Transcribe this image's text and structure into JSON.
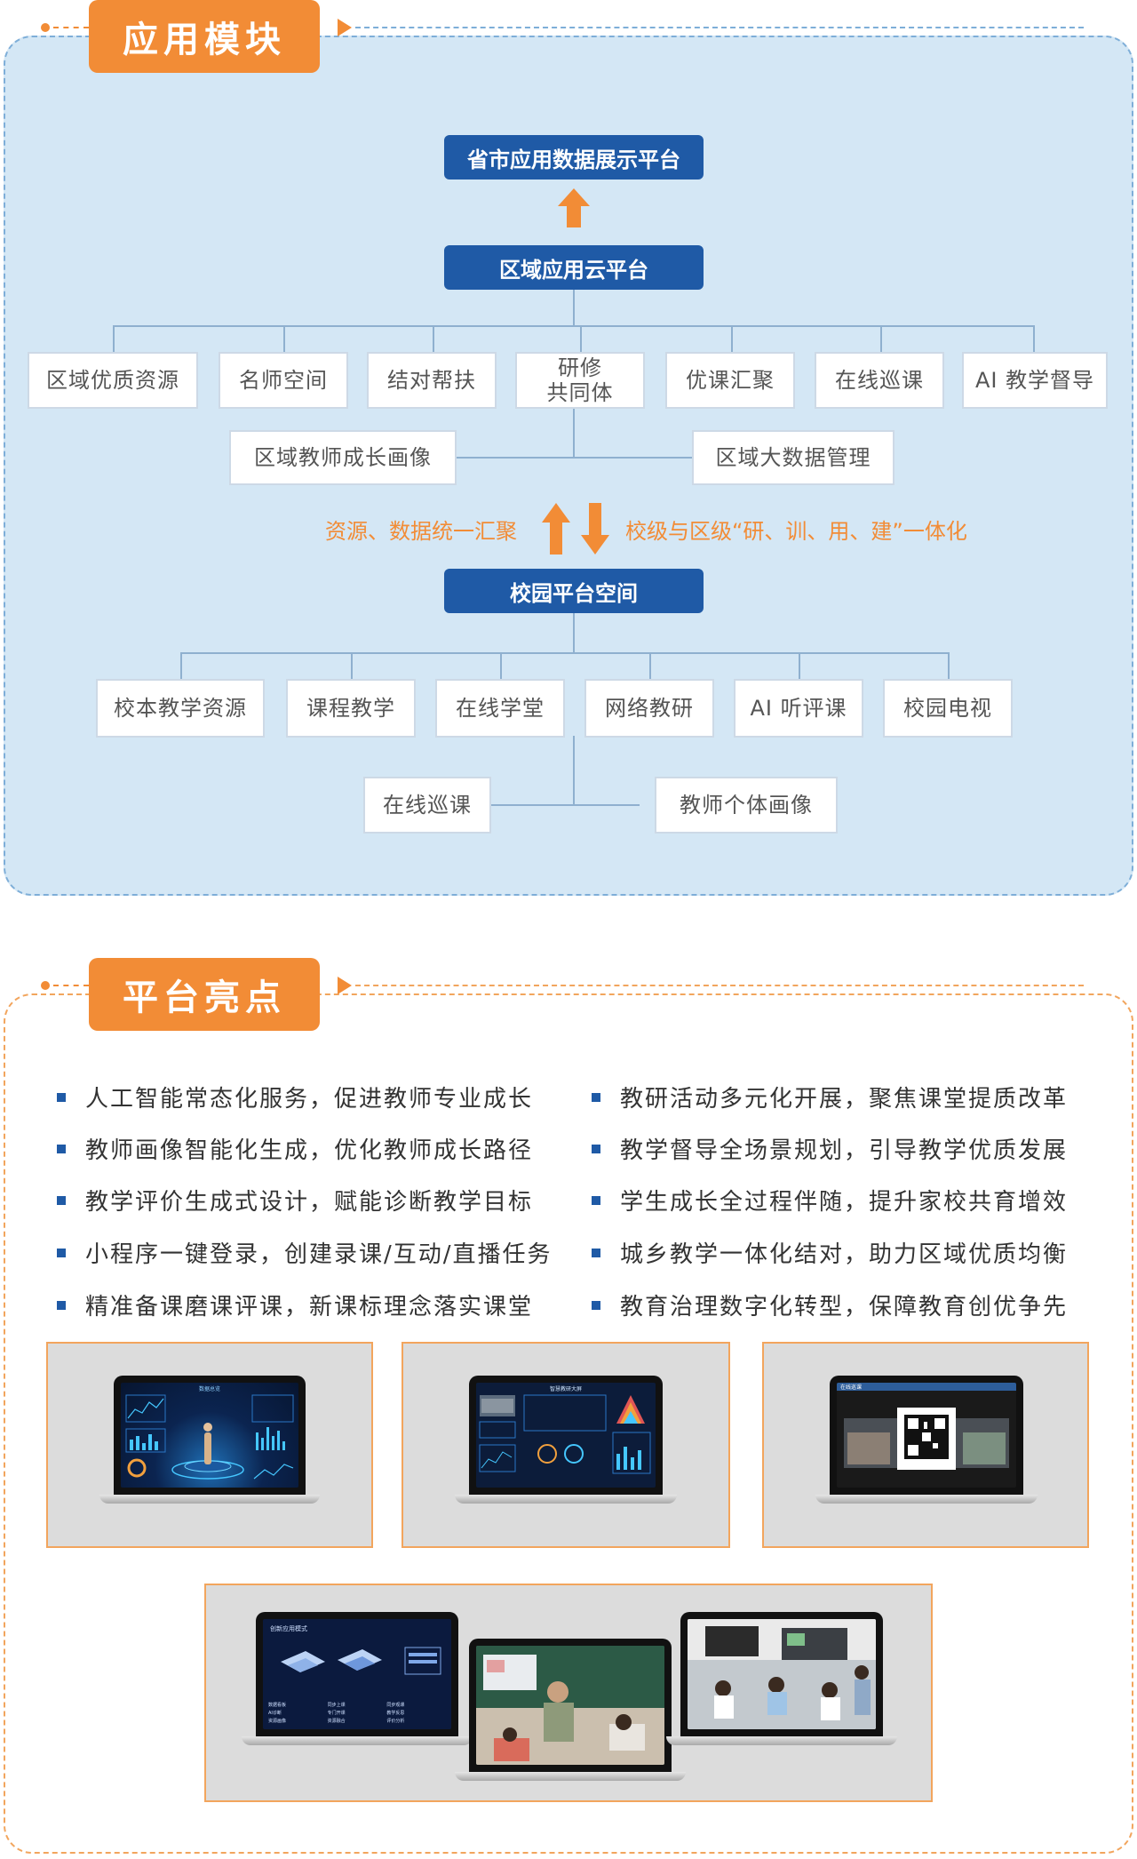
{
  "module_section": {
    "tag": "应用模块",
    "top_node": "省市应用数据展示平台",
    "region_node": "区域应用云平台",
    "region_row1": [
      "区域优质资源",
      "名师空间",
      "结对帮扶",
      "研修\n共同体",
      "优课汇聚",
      "在线巡课",
      "AI 教学督导"
    ],
    "region_row2": [
      "区域教师成长画像",
      "区域大数据管理"
    ],
    "left_note": "资源、数据统一汇聚",
    "right_note": "校级与区级“研、训、用、建”一体化",
    "campus_node": "校园平台空间",
    "campus_row1": [
      "校本教学资源",
      "课程教学",
      "在线学堂",
      "网络教研",
      "AI 听评课",
      "校园电视"
    ],
    "campus_row2": [
      "在线巡课",
      "教师个体画像"
    ],
    "colors": {
      "primary": "#1f5aa6",
      "accent": "#f28c36",
      "panel": "#d4e7f5"
    }
  },
  "highlights_section": {
    "tag": "平台亮点",
    "left": [
      "人工智能常态化服务，促进教师专业成长",
      "教师画像智能化生成，优化教师成长路径",
      "教学评价生成式设计，赋能诊断教学目标",
      "小程序一键登录，创建录课/互动/直播任务",
      "精准备课磨课评课，新课标理念落实课堂"
    ],
    "right": [
      "教研活动多元化开展，聚焦课堂提质改革",
      "教学督导全场景规划，引导教学优质发展",
      "学生成长全过程伴随，提升家校共育增效",
      "城乡教学一体化结对，助力区域优质均衡",
      "教育治理数字化转型，保障教育创优争先"
    ],
    "screenshots": [
      {
        "screen_title": "数据总览"
      },
      {
        "screen_title": "智慧教研大屏"
      },
      {
        "screen_title": "在线巡课"
      }
    ],
    "bottom_screen_title": "创新应用模式",
    "bottom_screen_items": [
      "数据看板",
      "AI诊断",
      "资源画像",
      "同步上课",
      "专门开课",
      "资源融合",
      "同步观课",
      "教学反思",
      "评价分析"
    ]
  }
}
